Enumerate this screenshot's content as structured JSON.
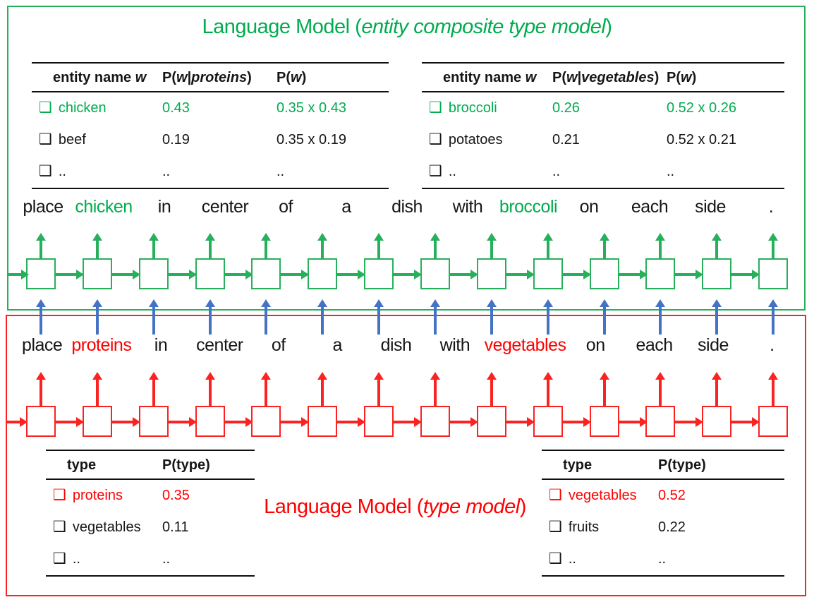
{
  "colors": {
    "green": "#00AC4E",
    "green_line": "#27B05C",
    "red": "#FF0000",
    "red_line": "#FB2222",
    "blue": "#4472C4",
    "ink": "#161616"
  },
  "icons": {
    "checkbox": "❑"
  },
  "green_model": {
    "title": {
      "prefix": "Language Model (",
      "italic": "entity composite type model",
      "suffix": ")"
    },
    "words": [
      {
        "t": "place",
        "hl": false
      },
      {
        "t": "chicken",
        "hl": true
      },
      {
        "t": "in",
        "hl": false
      },
      {
        "t": "center",
        "hl": false
      },
      {
        "t": "of",
        "hl": false
      },
      {
        "t": "a",
        "hl": false
      },
      {
        "t": "dish",
        "hl": false
      },
      {
        "t": "with",
        "hl": false
      },
      {
        "t": "broccoli",
        "hl": true
      },
      {
        "t": "on",
        "hl": false
      },
      {
        "t": "each",
        "hl": false
      },
      {
        "t": "side",
        "hl": false
      },
      {
        "t": ".",
        "hl": false
      }
    ],
    "cell_count": 14,
    "left_table": {
      "headers": {
        "entity": {
          "pre": "entity name ",
          "it": "w"
        },
        "cond": {
          "pre": "P(",
          "it": "w",
          "mid": "|",
          "it2": "proteins",
          "post": ")"
        },
        "joint": {
          "pre": "P(",
          "it": "w",
          "post": ")"
        }
      },
      "rows": [
        {
          "name": "chicken",
          "cond": "0.43",
          "joint": "0.35 x 0.43",
          "hl": true
        },
        {
          "name": "beef",
          "cond": "0.19",
          "joint": "0.35 x 0.19",
          "hl": false
        },
        {
          "name": "..",
          "cond": "..",
          "joint": "..",
          "hl": false
        }
      ]
    },
    "right_table": {
      "headers": {
        "entity": {
          "pre": "entity name ",
          "it": "w"
        },
        "cond": {
          "pre": "P(",
          "it": "w",
          "mid": "|",
          "it2": "vegetables",
          "post": ")"
        },
        "joint": {
          "pre": "P(",
          "it": "w",
          "post": ")"
        }
      },
      "rows": [
        {
          "name": "broccoli",
          "cond": "0.26",
          "joint": "0.52 x 0.26",
          "hl": true
        },
        {
          "name": "potatoes",
          "cond": "0.21",
          "joint": "0.52 x 0.21",
          "hl": false
        },
        {
          "name": "..",
          "cond": "..",
          "joint": "..",
          "hl": false
        }
      ]
    }
  },
  "red_model": {
    "title": {
      "prefix": "Language Model (",
      "italic": "type model",
      "suffix": ")"
    },
    "words": [
      {
        "t": "place",
        "hl": false
      },
      {
        "t": "proteins",
        "hl": true
      },
      {
        "t": "in",
        "hl": false
      },
      {
        "t": "center",
        "hl": false
      },
      {
        "t": "of",
        "hl": false
      },
      {
        "t": "a",
        "hl": false
      },
      {
        "t": "dish",
        "hl": false
      },
      {
        "t": "with",
        "hl": false
      },
      {
        "t": "vegetables",
        "hl": true
      },
      {
        "t": "on",
        "hl": false
      },
      {
        "t": "each",
        "hl": false
      },
      {
        "t": "side",
        "hl": false
      },
      {
        "t": ".",
        "hl": false
      }
    ],
    "cell_count": 14,
    "left_table": {
      "headers": {
        "type": "type",
        "p": "P(type)"
      },
      "rows": [
        {
          "name": "proteins",
          "p": "0.35",
          "hl": true
        },
        {
          "name": "vegetables",
          "p": "0.11",
          "hl": false
        },
        {
          "name": "..",
          "p": "..",
          "hl": false
        }
      ]
    },
    "right_table": {
      "headers": {
        "type": "type",
        "p": "P(type)"
      },
      "rows": [
        {
          "name": "vegetables",
          "p": "0.52",
          "hl": true
        },
        {
          "name": "fruits",
          "p": "0.22",
          "hl": false
        },
        {
          "name": "..",
          "p": "..",
          "hl": false
        }
      ]
    }
  }
}
